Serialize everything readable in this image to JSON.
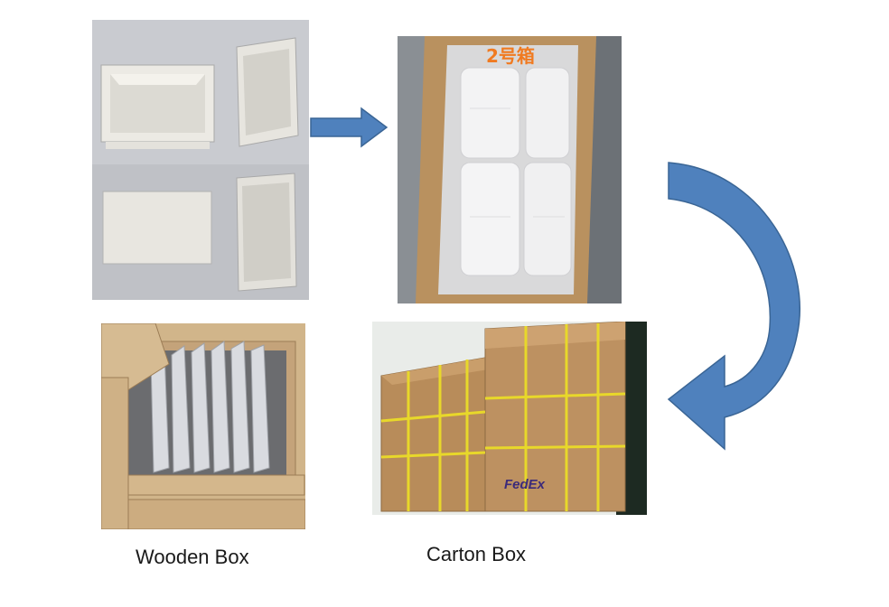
{
  "photos": {
    "enclosures": {
      "name": "plastic enclosure parts"
    },
    "carton_interior": {
      "name": "foam-wrapped parts in carton",
      "label": "2号箱"
    },
    "wooden_crate": {
      "name": "wooden crate with wrapped panels"
    },
    "stacked_cartons": {
      "name": "strapped carton boxes",
      "brand_mark": "FedEx"
    }
  },
  "captions": {
    "wooden_box": "Wooden Box",
    "carton_box": "Carton Box"
  },
  "colors": {
    "arrow_fill": "#4f81bd",
    "arrow_stroke": "#3a6595",
    "carton": "#b88c5a",
    "strap": "#e8d82a",
    "label_orange": "#f07a20"
  },
  "icons": {
    "straight_arrow": "arrow-right-icon",
    "curved_arrow": "curved-arrow-down-left-icon"
  }
}
